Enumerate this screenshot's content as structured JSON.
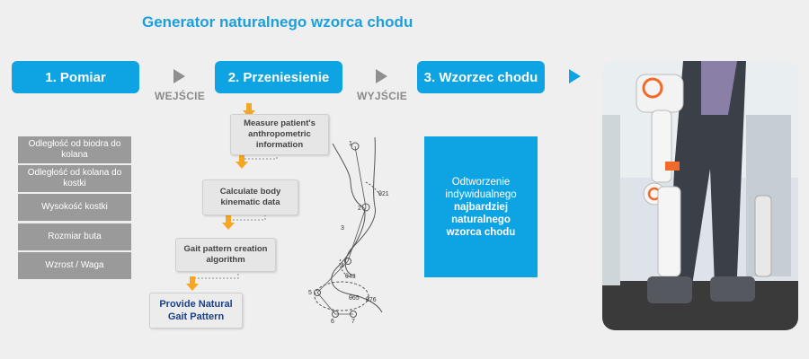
{
  "title": "Generator naturalnego wzorca chodu",
  "steps": [
    {
      "label": "1. Pomiar"
    },
    {
      "label": "2. Przeniesienie"
    },
    {
      "label": "3. Wzorzec chodu"
    }
  ],
  "arrows": [
    {
      "label": "WEJŚCIE"
    },
    {
      "label": "WYJŚCIE"
    }
  ],
  "measurements": [
    "Odległość od biodra do kolana",
    "Odległość od kolana do kostki",
    "Wysokość kostki",
    "Rozmiar buta",
    "Wzrost / Waga"
  ],
  "flow": [
    "Measure patient's anthropometric information",
    "Calculate body kinematic data",
    "Gait pattern creation algorithm"
  ],
  "flow_final": "Provide Natural Gait Pattern",
  "leg_diagram": {
    "joints": [
      "1",
      "2",
      "3",
      "4",
      "5",
      "6",
      "7"
    ],
    "angles": [
      "θ21",
      "θ43",
      "θ65",
      "θ76"
    ]
  },
  "result": {
    "line1": "Odtworzenie",
    "line2": "indywidualnego",
    "bold1": "najbardziej",
    "bold2": "naturalnego",
    "bold3": "wzorca chodu"
  },
  "colors": {
    "accent": "#0ea3e2",
    "grey_box": "#9a9a9a",
    "background": "#efefef"
  }
}
